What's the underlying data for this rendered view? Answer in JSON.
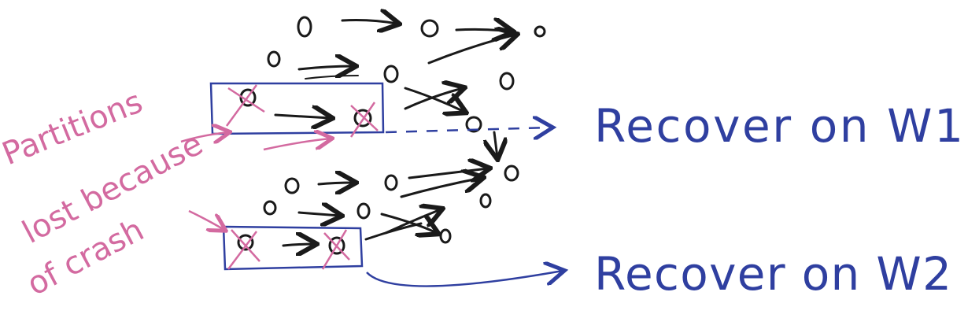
{
  "colors": {
    "ink": "#1a1a1a",
    "blue": "#2f3fa0",
    "pink": "#d36aa0"
  },
  "annotation": {
    "lines": [
      "Partitions",
      "lost because",
      "of crash"
    ]
  },
  "recover_labels": {
    "w1": "Recover on W1",
    "w2": "Recover on W2"
  }
}
